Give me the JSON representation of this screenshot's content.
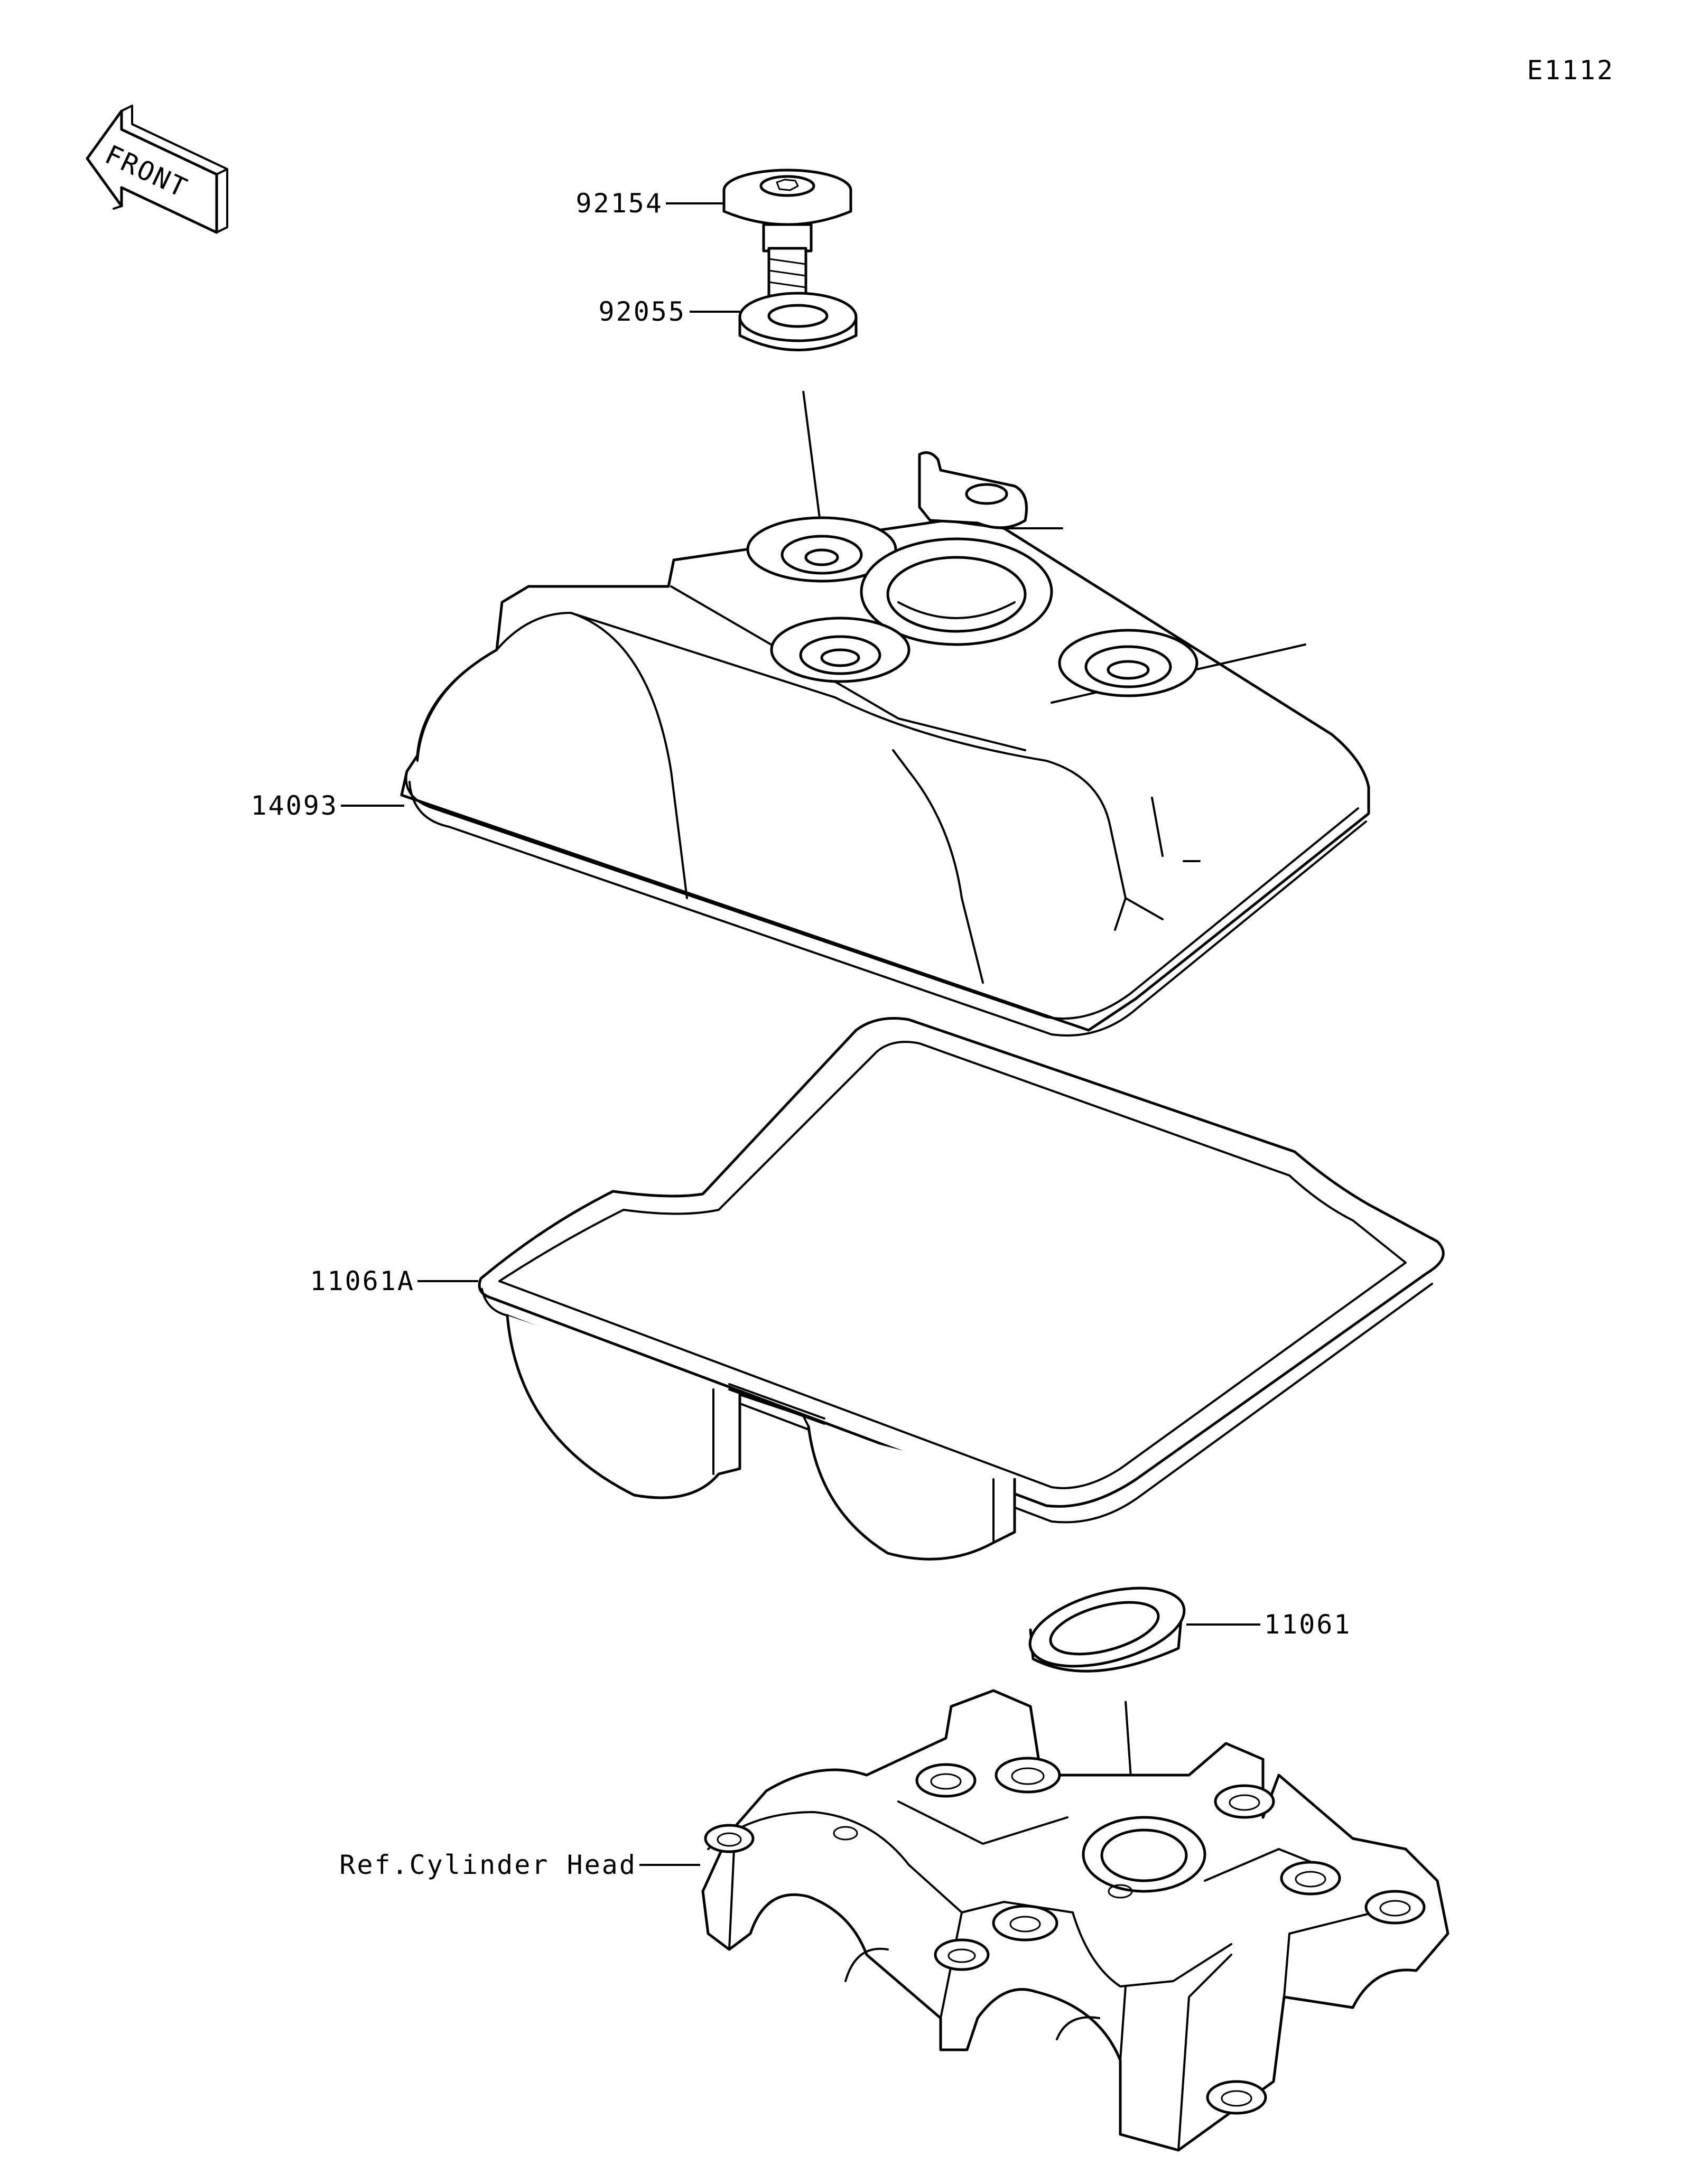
{
  "diagram_id": "E1112",
  "front_label": "FRONT",
  "callouts": {
    "bolt": "92154",
    "washer": "92055",
    "cover": "14093",
    "gasket": "11061A",
    "plug_gasket": "11061",
    "cylinder_head": "Ref.Cylinder Head"
  }
}
